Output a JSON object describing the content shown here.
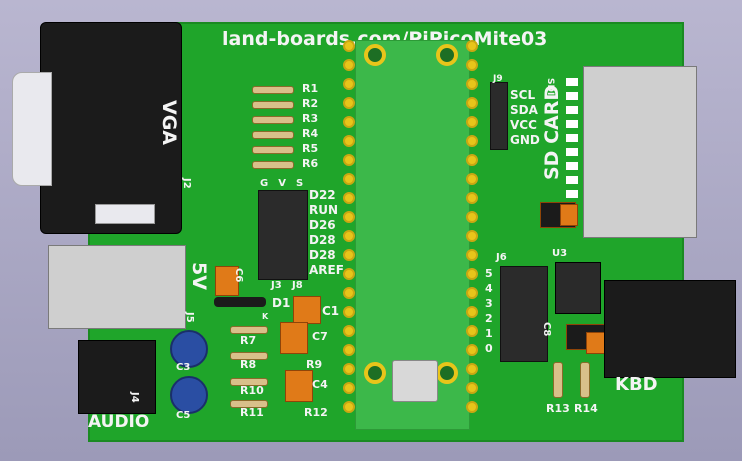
{
  "board_title": "land-boards.com/PiPicoMite03",
  "labels": {
    "vga": "VGA",
    "j2": "J2",
    "sd_card": "SD CARD",
    "sdi": "SDI",
    "j9": "J9",
    "scl": "SCL",
    "sda": "SDA",
    "vcc": "VCC",
    "gnd": "GND",
    "five_v": "5V",
    "j5": "J5",
    "j4": "J4",
    "audio": "AUDIO",
    "kbd": "KBD",
    "j6": "J6",
    "u3": "U3",
    "j3": "J3",
    "j8": "J8",
    "d1": "D1",
    "k": "K",
    "c1": "C1",
    "c3": "C3",
    "c4": "C4",
    "c5": "C5",
    "c6": "C6",
    "c7": "C7",
    "c8": "C8",
    "r13": "R13",
    "r14": "R14"
  },
  "resistors_top": [
    "R1",
    "R2",
    "R3",
    "R4",
    "R5",
    "R6"
  ],
  "header_signals": [
    "D22",
    "RUN",
    "D26",
    "D28",
    "D28",
    "AREF"
  ],
  "header_cols": [
    "G",
    "V",
    "S"
  ],
  "resistors_bottom": [
    {
      "left": "R7",
      "right": "C7"
    },
    {
      "left": "R8",
      "right": "R9"
    },
    {
      "left": "R10",
      "right": "C4"
    },
    {
      "left": "R11",
      "right": "R12"
    }
  ],
  "j6_signals": [
    "5",
    "4",
    "3",
    "2",
    "1",
    "0"
  ]
}
